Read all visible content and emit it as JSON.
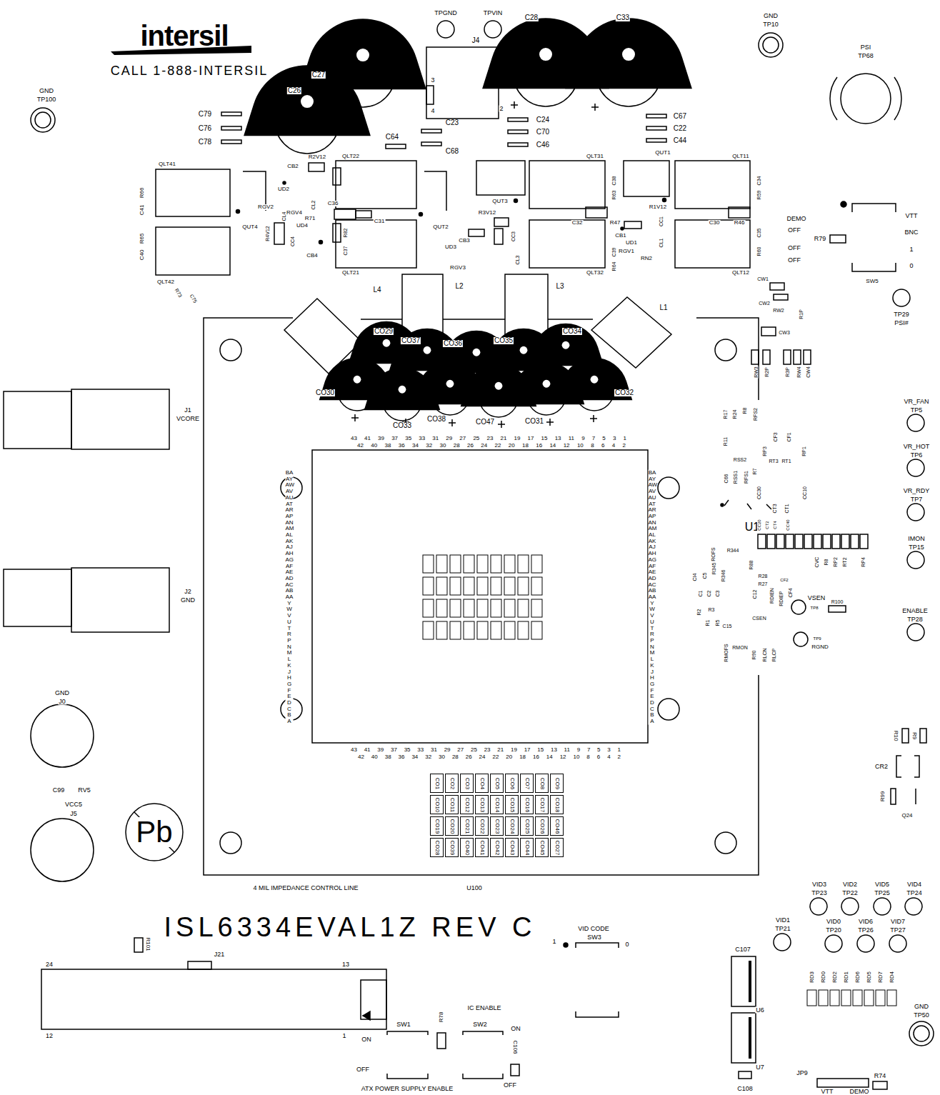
{
  "diagram": {
    "nodes": [
      {
        "text": [
          "CO1"
        ]
      },
      {
        "text": [
          "CO2"
        ]
      },
      {
        "text": [
          "CO3"
        ]
      },
      {
        "text": [
          "CO4"
        ]
      },
      {
        "text": [
          "CO5"
        ]
      },
      {
        "text": [
          "CO6"
        ]
      },
      {
        "text": [
          "CO7"
        ]
      },
      {
        "text": [
          "CO8"
        ]
      },
      {
        "text": [
          "CO9"
        ]
      },
      {
        "text": [
          "CO10"
        ]
      },
      {
        "text": [
          "CO11"
        ]
      },
      {
        "text": [
          "CO12"
        ]
      },
      {
        "text": [
          "CO13"
        ]
      },
      {
        "text": [
          "CO14"
        ]
      },
      {
        "text": [
          "CO15"
        ]
      },
      {
        "text": [
          "CO16"
        ]
      },
      {
        "text": [
          "CO17"
        ]
      },
      {
        "text": [
          "CO18"
        ]
      },
      {
        "text": [
          "CO19"
        ]
      },
      {
        "text": [
          "CO20"
        ]
      },
      {
        "text": [
          "CO21"
        ]
      },
      {
        "text": [
          "CO22"
        ]
      },
      {
        "text": [
          "CO23"
        ]
      },
      {
        "text": [
          "CO24"
        ]
      },
      {
        "text": [
          "CO25"
        ]
      },
      {
        "text": [
          "CO26"
        ]
      },
      {
        "text": [
          "CO46"
        ]
      },
      {
        "text": [
          "CO28"
        ]
      },
      {
        "text": [
          "CO39"
        ]
      },
      {
        "text": [
          "CO40"
        ]
      },
      {
        "text": [
          "CO41"
        ]
      },
      {
        "text": [
          "CO42"
        ]
      },
      {
        "text": [
          "CO43"
        ]
      },
      {
        "text": [
          "CO44"
        ]
      },
      {
        "text": [
          "CO45"
        ]
      },
      {
        "text": [
          "CO27"
        ]
      }
    ],
    "labels": [
      "intersil",
      "CALL 1-888-INTERSIL",
      "GND",
      "TP100",
      "TPGND",
      "TPVIN",
      "GND",
      "TP10",
      "PSI",
      "TP68",
      "C27",
      "C26",
      "C28",
      "C33",
      "J4",
      "3",
      "4",
      "2",
      "C79",
      "C76",
      "C78",
      "C24",
      "C70",
      "C46",
      "C67",
      "C22",
      "C44",
      "C23",
      "C64",
      "C68",
      "QLT41",
      "R66",
      "C41",
      "R65",
      "C40",
      "QLT42",
      "R73",
      "C75",
      "CB2",
      "R2V12",
      "UD2",
      "C36",
      "RGV2",
      "CL2",
      "RGV4",
      "R71",
      "CL4",
      "UD4",
      "R4V12",
      "CC4",
      "CB4",
      "R82",
      "C37",
      "C31",
      "QLT22",
      "QLT21",
      "QUT4",
      "QUT2",
      "QUT3",
      "R3V12",
      "CB3",
      "CC3",
      "UD3",
      "CL3",
      "RGV3",
      "QLT31",
      "C38",
      "R63",
      "C32",
      "R47",
      "CB1",
      "CC1",
      "UD1",
      "C39",
      "R64",
      "CL1",
      "RGV1",
      "RN2",
      "R1V12",
      "QLT32",
      "QUT1",
      "QLT11",
      "C34",
      "R59",
      "C30",
      "R46",
      "C35",
      "R60",
      "QLT12",
      "DEMO",
      "OFF",
      "OFF",
      "OFF",
      "R79",
      "VTT",
      "BNC",
      "1",
      "0",
      "SW5",
      "TP29",
      "PSI#",
      "CW1",
      "CW2",
      "RW2",
      "R1P",
      "CW3",
      "L4",
      "L2",
      "L3",
      "L1",
      "CO29",
      "CO37",
      "CO36",
      "CO35",
      "CO34",
      "CO30",
      "CO33",
      "CO38",
      "CO47",
      "CO31",
      "CO32",
      "RW3",
      "R2P",
      "R3P",
      "RW4",
      "CW4",
      "43 41 39 37 35 33 31 29 27 25 23 21 19 17 15 13 11 9 7 5 3 1",
      "42 40 38 36 34 32 30 28 26 24 22 20 18 16 14 12 10 8 6 4 2",
      "43 41 39 37 35 33 31 29 27 25 23 21 19 17 15 13 11 9 7 5 3 1",
      "42 40 38 36 34 32 30 28 26 24 22 20 18 16 14 12 10 8 6 4 2",
      "BA AY AW AV AU AT AR AP AN AM AL AK AJ AH AG AF AE AD AC AB AA Y W V U T R P N M L K J H G F E D C B A",
      "BA AY AW AV AU AT AR AP AN AM AL AK AJ AH AG AF AE AD AC AB AA Y W V U T R P N M L K J H G F E D C B A",
      "U1",
      "R17",
      "R24",
      "R8",
      "RFS2",
      "CF3",
      "CF1",
      "R11",
      "RSS2",
      "RP3",
      "RP1",
      "C66",
      "RSS1",
      "RFS1",
      "R7",
      "CC30",
      "RT3",
      "RT1",
      "CC10",
      "CT3",
      "CT1",
      "CC20",
      "CT2",
      "CT4",
      "CC40",
      "ROFS",
      "R344",
      "R345",
      "R346",
      "R88",
      "CVC",
      "R8",
      "RP2",
      "RT2",
      "RP4",
      "CI4",
      "C5",
      "C2",
      "C3",
      "C1",
      "R28",
      "R27",
      "C12",
      "RDIEN",
      "RDIEP",
      "CF4",
      "CF2",
      "R2",
      "R3",
      "R1",
      "R5",
      "C15",
      "CSEN",
      "VSEN",
      "TP8",
      "R100",
      "TP9",
      "RGND",
      "RMOFS",
      "RMON",
      "R90",
      "RLCN",
      "RLCP",
      "VR_FAN",
      "TP5",
      "VR_HOT",
      "TP6",
      "VR_RDY",
      "TP7",
      "IMON",
      "TP15",
      "ENABLE",
      "TP28",
      "R10",
      "R9",
      "CR2",
      "R99",
      "Q24",
      "GND",
      "J0",
      "C99",
      "RV5",
      "VCC5",
      "J5",
      "4 MIL IMPEDANCE CONTROL LINE",
      "U100",
      "ISL6334EVAL1Z REV C",
      "Pb",
      "R101",
      "24",
      "J21",
      "13",
      "12",
      "1",
      "ON",
      "VID CODE",
      "SW3",
      "1",
      "0",
      "VID1",
      "TP21",
      "VID3",
      "TP23",
      "VID2",
      "TP22",
      "VID5",
      "TP25",
      "VID4",
      "TP24",
      "VID0",
      "TP20",
      "VID6",
      "TP26",
      "VID7",
      "TP27",
      "C107",
      "U6",
      "U7",
      "C108",
      "RD3",
      "RD0",
      "RD2",
      "RD1",
      "RD6",
      "RD5",
      "RD7",
      "RD4",
      "GND",
      "TP50",
      "JP9",
      "VTT",
      "DEMO",
      "R74",
      "IC ENABLE",
      "SW1",
      "SW2",
      "ON",
      "R78",
      "C106",
      "OFF",
      "OFF",
      "ATX POWER SUPPLY ENABLE",
      "J1",
      "VCORE",
      "J2",
      "GND"
    ]
  }
}
